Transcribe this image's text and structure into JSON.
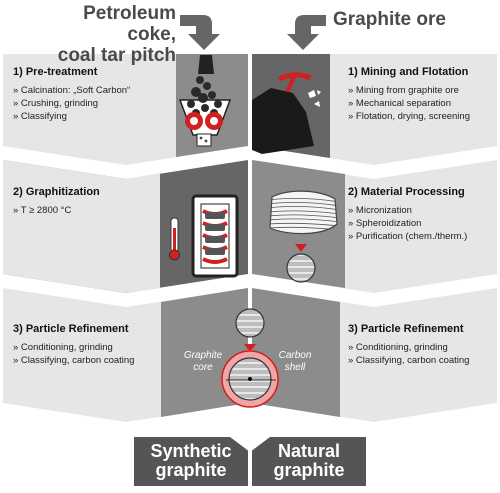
{
  "headers": {
    "left_source": "Petroleum coke,\ncoal tar pitch",
    "right_source": "Graphite ore"
  },
  "synthetic": {
    "step1": {
      "title": "1) Pre-treatment",
      "bullets": [
        "» Calcination: „Soft Carbon“",
        "» Crushing, grinding",
        "» Classifying"
      ]
    },
    "step2": {
      "title": "2) Graphitization",
      "bullets": [
        "» T ≥ 2800 °C"
      ]
    },
    "step3": {
      "title": "3) Particle Refinement",
      "bullets": [
        "» Conditioning, grinding",
        "» Classifying, carbon coating"
      ]
    },
    "final": "Synthetic\ngraphite"
  },
  "natural": {
    "step1": {
      "title": "1) Mining and Flotation",
      "bullets": [
        "» Mining from graphite ore",
        "» Mechanical separation",
        "» Flotation, drying, screening"
      ]
    },
    "step2": {
      "title": "2) Material Processing",
      "bullets": [
        "» Micronization",
        "» Spheroidization",
        "» Purification (chem./therm.)"
      ]
    },
    "step3": {
      "title": "3) Particle Refinement",
      "bullets": [
        "» Conditioning, grinding",
        "» Classifying, carbon coating"
      ]
    },
    "final": "Natural\ngraphite"
  },
  "particle_labels": {
    "core": "Graphite\ncore",
    "shell": "Carbon\nshell"
  },
  "colors": {
    "light_panel": "#e6e6e6",
    "dark_panel": "#666666",
    "mid_panel": "#8c8c8c",
    "header_gray": "#4a4a4a",
    "final_box": "#555555",
    "accent_red": "#d21f1f",
    "shell_pink": "#f0a6a6"
  }
}
